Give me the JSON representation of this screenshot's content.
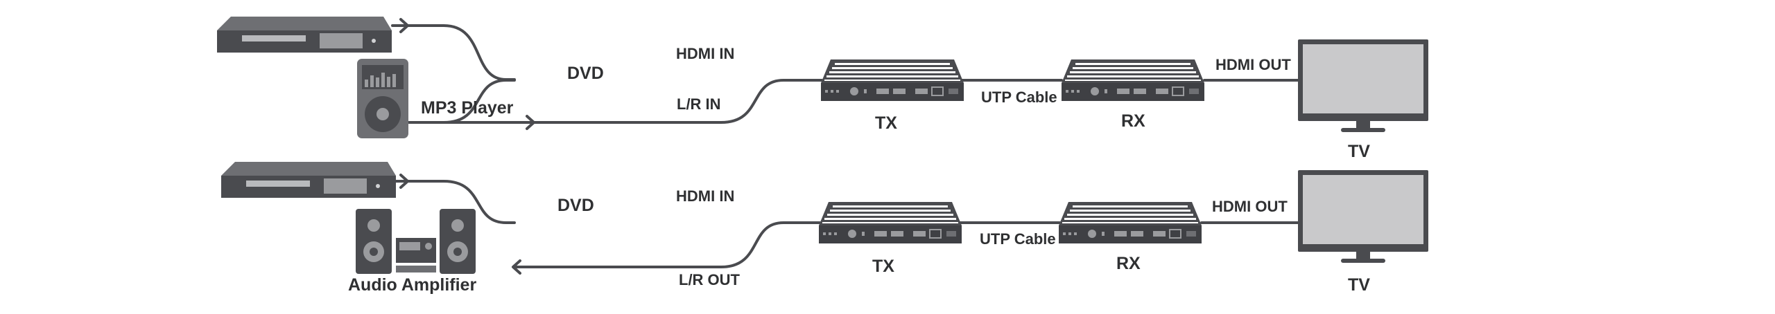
{
  "top_row": {
    "source_video_label": "DVD",
    "source_audio_label": "MP3 Player",
    "hdmi_in_label": "HDMI IN",
    "audio_port_label": "L/R IN",
    "tx_label": "TX",
    "cable_label": "UTP Cable",
    "rx_label": "RX",
    "hdmi_out_label": "HDMI OUT",
    "display_label": "TV"
  },
  "bottom_row": {
    "source_video_label": "DVD",
    "audio_device_label": "Audio Amplifier",
    "hdmi_in_label": "HDMI IN",
    "audio_port_label": "L/R OUT",
    "tx_label": "TX",
    "cable_label": "UTP Cable",
    "rx_label": "RX",
    "hdmi_out_label": "HDMI OUT",
    "display_label": "TV"
  },
  "colors": {
    "device_dark": "#4a4b4f",
    "device_mid": "#6e6f73",
    "device_light": "#9a9b9e",
    "screen": "#c9c9cb",
    "line": "#4a4b4f",
    "text": "#2f3032"
  }
}
